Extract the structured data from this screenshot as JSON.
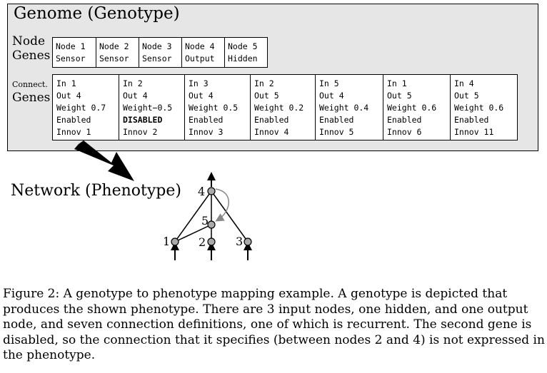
{
  "genome_title": "Genome (Genotype)",
  "node_label": [
    "Node",
    "Genes"
  ],
  "node_genes": [
    {
      "id": "Node 1",
      "type": "Sensor"
    },
    {
      "id": "Node 2",
      "type": "Sensor"
    },
    {
      "id": "Node 3",
      "type": "Sensor"
    },
    {
      "id": "Node 4",
      "type": "Output"
    },
    {
      "id": "Node 5",
      "type": "Hidden"
    }
  ],
  "conn_label": [
    "Connect.",
    "Genes"
  ],
  "conn_genes": [
    {
      "in": "In 1",
      "out": "Out 4",
      "weight": "Weight 0.7",
      "status": "Enabled",
      "innov": "Innov 1"
    },
    {
      "in": "In 2",
      "out": "Out 4",
      "weight": "Weight−0.5",
      "status": "DISABLED",
      "innov": "Innov 2"
    },
    {
      "in": "In 3",
      "out": "Out 4",
      "weight": "Weight 0.5",
      "status": "Enabled",
      "innov": "Innov 3"
    },
    {
      "in": "In 2",
      "out": "Out 5",
      "weight": "Weight 0.2",
      "status": "Enabled",
      "innov": "Innov 4"
    },
    {
      "in": "In 5",
      "out": "Out 4",
      "weight": "Weight 0.4",
      "status": "Enabled",
      "innov": "Innov 5"
    },
    {
      "in": "In 1",
      "out": "Out 5",
      "weight": "Weight 0.6",
      "status": "Enabled",
      "innov": "Innov 6"
    },
    {
      "in": "In 4",
      "out": "Out 5",
      "weight": "Weight 0.6",
      "status": "Enabled",
      "innov": "Innov 11"
    }
  ],
  "network_title": "Network (Phenotype)",
  "network_nodes": [
    {
      "label": "1"
    },
    {
      "label": "2"
    },
    {
      "label": "3"
    },
    {
      "label": "4"
    },
    {
      "label": "5"
    }
  ],
  "caption": "Figure 2: A genotype to phenotype mapping example. A genotype is depicted that produces the shown phenotype. There are 3 input nodes, one hidden, and one output node, and seven connection definitions, one of which is recurrent. The second gene is disabled, so the connection that it specifies (between nodes 2 and 4) is not expressed in the phenotype."
}
